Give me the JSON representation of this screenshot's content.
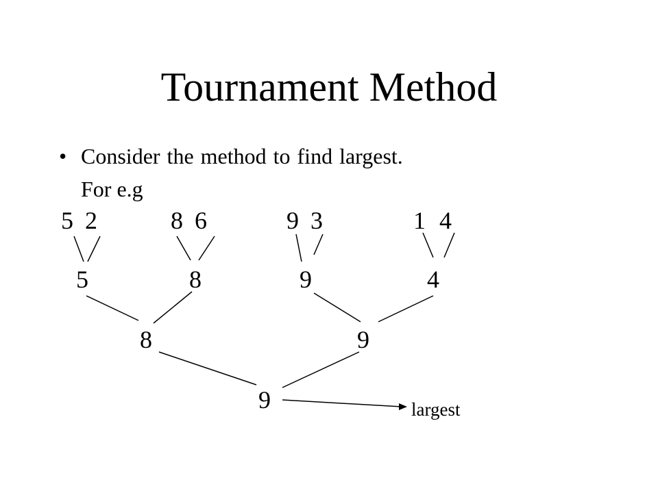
{
  "slide": {
    "title": "Tournament Method",
    "bullet_symbol": "•",
    "bullet": "Consider the  method to find largest.",
    "example_label": "For e.g"
  },
  "tree": {
    "leaves": [
      "5",
      "2",
      "8",
      "6",
      "9",
      "3",
      "1",
      "4"
    ],
    "round1": [
      "5",
      "8",
      "9",
      "4"
    ],
    "round2": [
      "8",
      "9"
    ],
    "winner": "9",
    "winner_label": "largest"
  }
}
